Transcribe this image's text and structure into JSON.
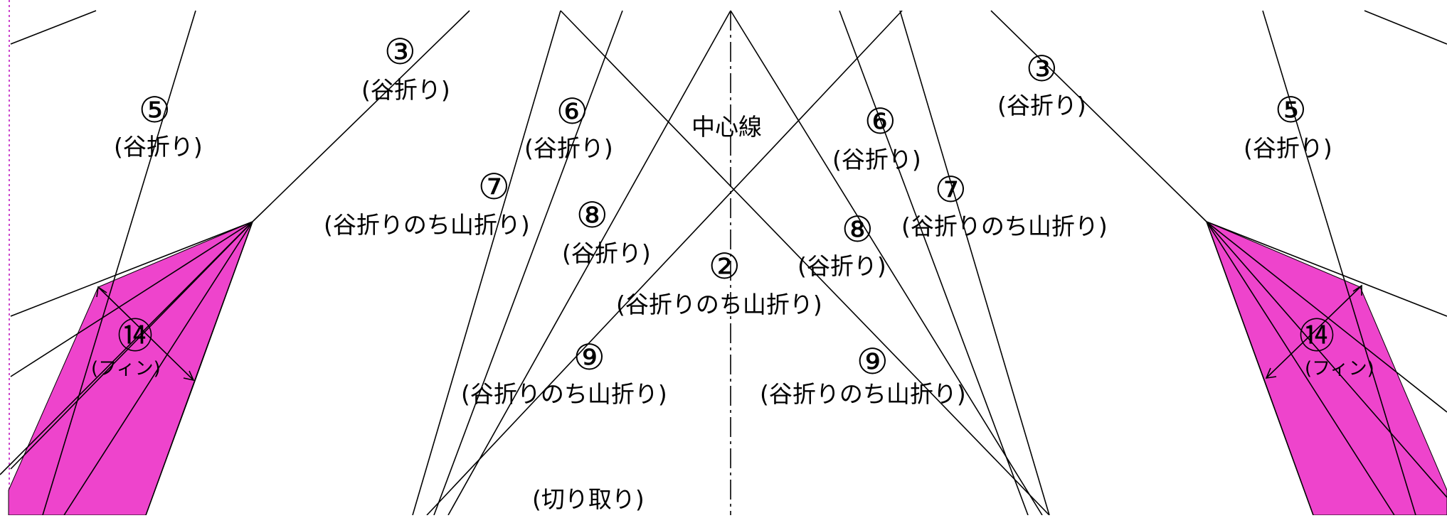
{
  "diagram": {
    "fold_marks": {
      "circled_3": "③",
      "circled_5": "⑤",
      "circled_6": "⑥",
      "circled_7": "⑦",
      "circled_8": "⑧",
      "circled_2": "②",
      "circled_9": "⑨",
      "circled_14": "⑭"
    },
    "notes": {
      "valley_fold": "(谷折り)",
      "valley_then_mountain": "(谷折りのち山折り)",
      "fin": "(フィン)",
      "cut_out": "(切り取り)",
      "center_line": "中心線"
    },
    "colors": {
      "fin_fill": "#ee44cc",
      "line": "#000000",
      "guide": "#cc44cc"
    }
  }
}
